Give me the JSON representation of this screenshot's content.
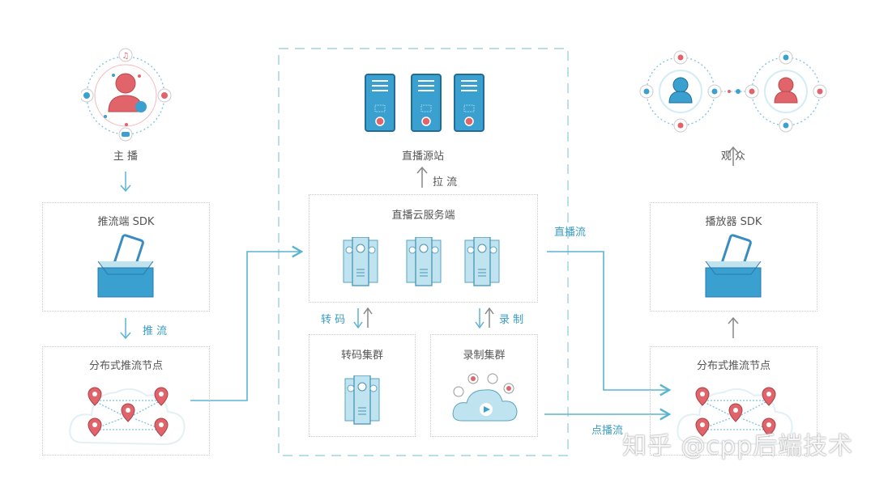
{
  "colors": {
    "accent_blue": "#3aa0d0",
    "line_blue": "#5ab4d2",
    "light_blue": "#bfe3ef",
    "red": "#e0646a",
    "gray_text": "#555555",
    "arrow_gray": "#888888",
    "border_dotted": "#c8c8c8"
  },
  "left": {
    "anchor_label": "主 播",
    "push_sdk_label": "推流端 SDK",
    "push_arrow_label": "推 流",
    "push_nodes_label": "分布式推流节点"
  },
  "center": {
    "origin_label": "直播源站",
    "pull_label": "拉 流",
    "cloud_service_label": "直播云服务端",
    "transcode_arrow_label": "转 码",
    "record_arrow_label": "录 制",
    "transcode_cluster_label": "转码集群",
    "record_cluster_label": "录制集群"
  },
  "right": {
    "audience_label": "观 众",
    "player_sdk_label": "播放器 SDK",
    "cdn_nodes_label": "分布式推流节点"
  },
  "flows": {
    "live_stream_label": "直播流",
    "vod_stream_label": "点播流"
  },
  "watermark": "知乎 @cpp后端技术"
}
